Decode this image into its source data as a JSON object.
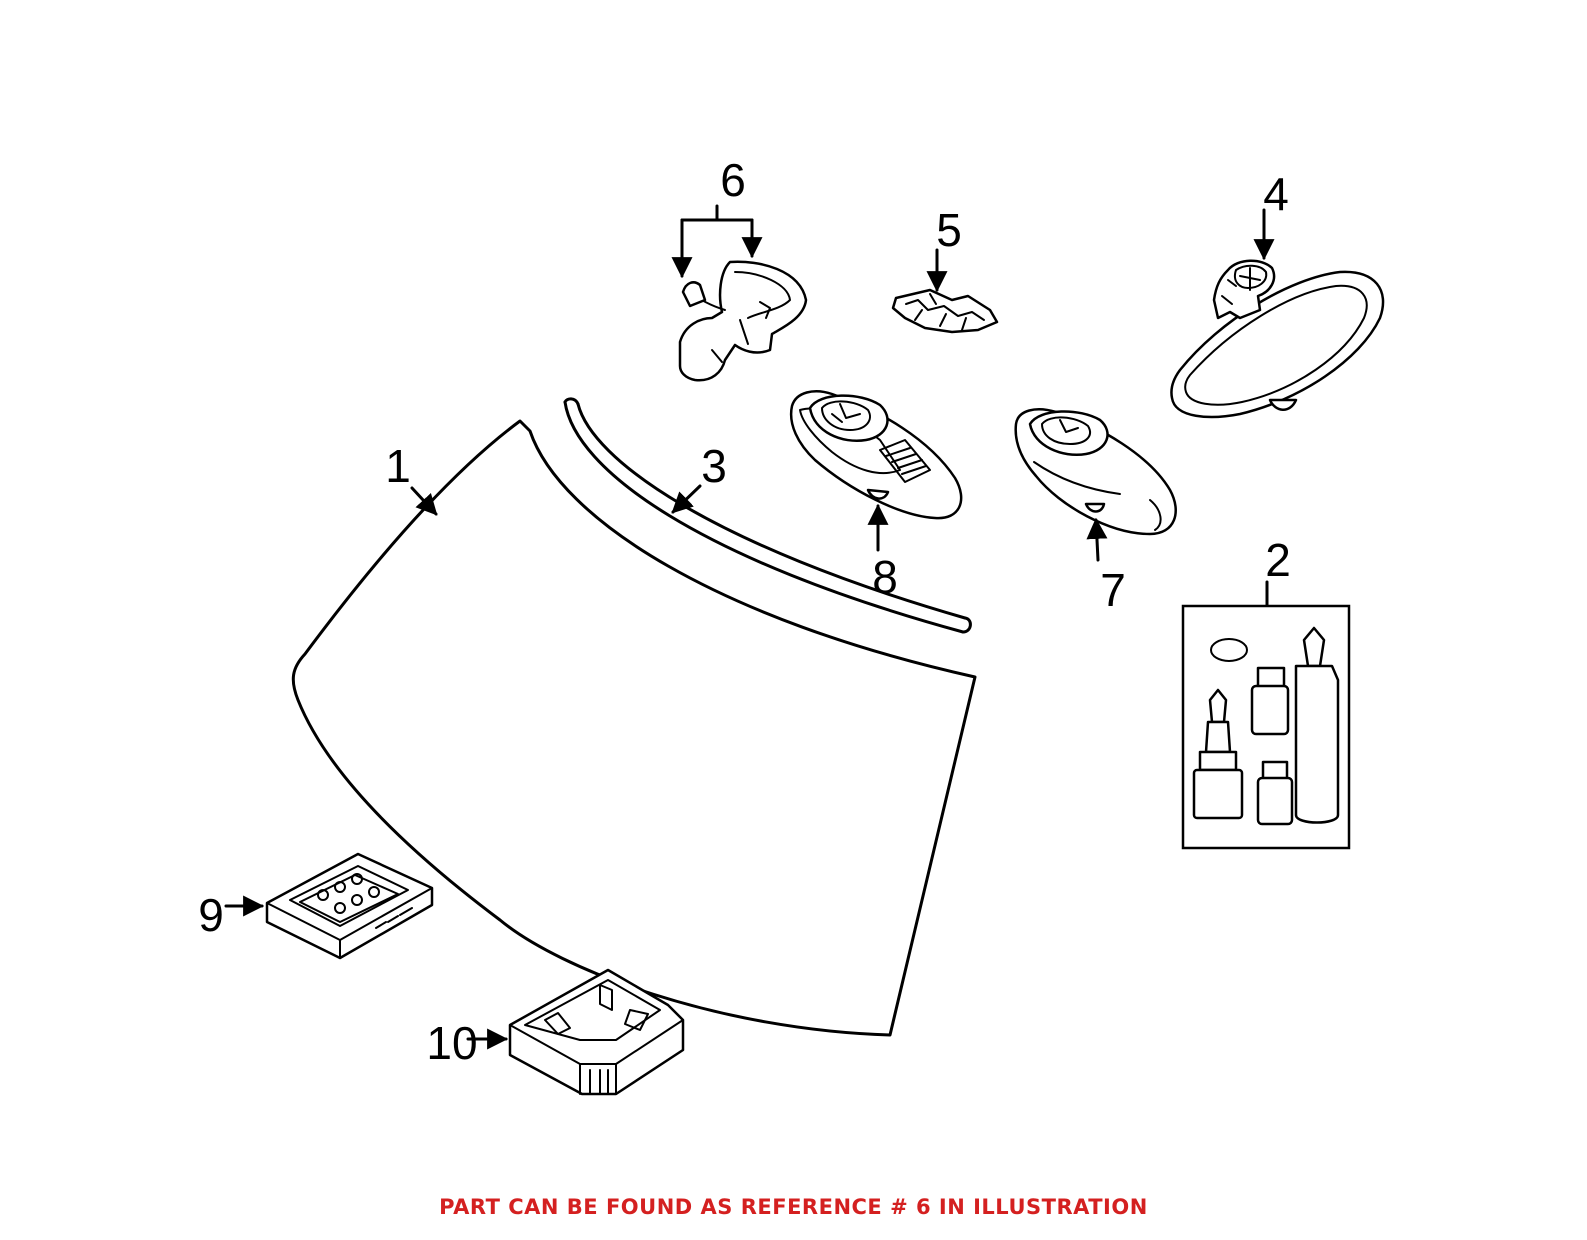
{
  "callouts": {
    "c1": "1",
    "c2": "2",
    "c3": "3",
    "c4": "4",
    "c5": "5",
    "c6": "6",
    "c7": "7",
    "c8": "8",
    "c9": "9",
    "c10": "10"
  },
  "footer": {
    "note": "PART CAN BE FOUND AS REFERENCE # 6 IN ILLUSTRATION",
    "color": "#d42020"
  },
  "colors": {
    "line": "#000000",
    "background": "#ffffff"
  }
}
